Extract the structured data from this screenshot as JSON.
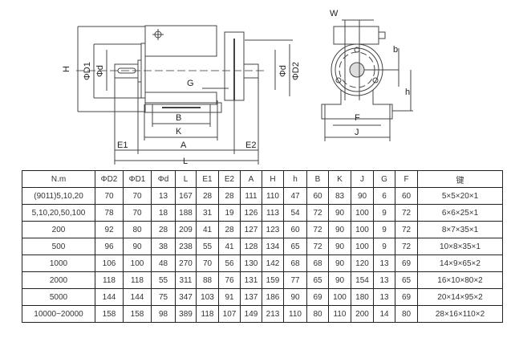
{
  "drawing": {
    "side_labels": {
      "H": "H",
      "D1": "ΦD1",
      "d_left": "Φd",
      "G": "G",
      "B": "B",
      "K": "K",
      "A": "A",
      "E1": "E1",
      "E2": "E2",
      "L": "L",
      "d_right": "Φd",
      "D2": "ΦD2"
    },
    "end_labels": {
      "W": "W",
      "b": "b",
      "h": "h",
      "F": "F",
      "J": "J"
    }
  },
  "table": {
    "headers": [
      "N.m",
      "ΦD2",
      "ΦD1",
      "Φd",
      "L",
      "E1",
      "E2",
      "A",
      "H",
      "h",
      "B",
      "K",
      "J",
      "G",
      "F",
      "键"
    ],
    "rows": [
      [
        "(9011)5,10,20",
        "70",
        "70",
        "13",
        "167",
        "28",
        "28",
        "111",
        "110",
        "47",
        "60",
        "83",
        "90",
        "6",
        "60",
        "5×5×20×1"
      ],
      [
        "5,10,20,50,100",
        "78",
        "70",
        "18",
        "188",
        "31",
        "19",
        "126",
        "113",
        "54",
        "72",
        "90",
        "100",
        "9",
        "72",
        "6×6×25×1"
      ],
      [
        "200",
        "92",
        "80",
        "28",
        "209",
        "41",
        "28",
        "127",
        "123",
        "60",
        "72",
        "90",
        "100",
        "9",
        "72",
        "8×7×35×1"
      ],
      [
        "500",
        "96",
        "90",
        "38",
        "238",
        "55",
        "41",
        "128",
        "134",
        "65",
        "72",
        "90",
        "100",
        "9",
        "72",
        "10×8×35×1"
      ],
      [
        "1000",
        "106",
        "100",
        "48",
        "270",
        "70",
        "56",
        "130",
        "142",
        "68",
        "68",
        "90",
        "120",
        "13",
        "69",
        "14×9×65×2"
      ],
      [
        "2000",
        "118",
        "118",
        "55",
        "311",
        "88",
        "76",
        "131",
        "159",
        "77",
        "65",
        "90",
        "154",
        "13",
        "65",
        "16×10×80×2"
      ],
      [
        "5000",
        "144",
        "144",
        "75",
        "347",
        "103",
        "91",
        "137",
        "186",
        "90",
        "69",
        "100",
        "180",
        "13",
        "69",
        "20×14×95×2"
      ],
      [
        "10000~20000",
        "158",
        "158",
        "98",
        "389",
        "118",
        "107",
        "149",
        "213",
        "110",
        "80",
        "110",
        "200",
        "14",
        "80",
        "28×16×110×2"
      ]
    ]
  }
}
